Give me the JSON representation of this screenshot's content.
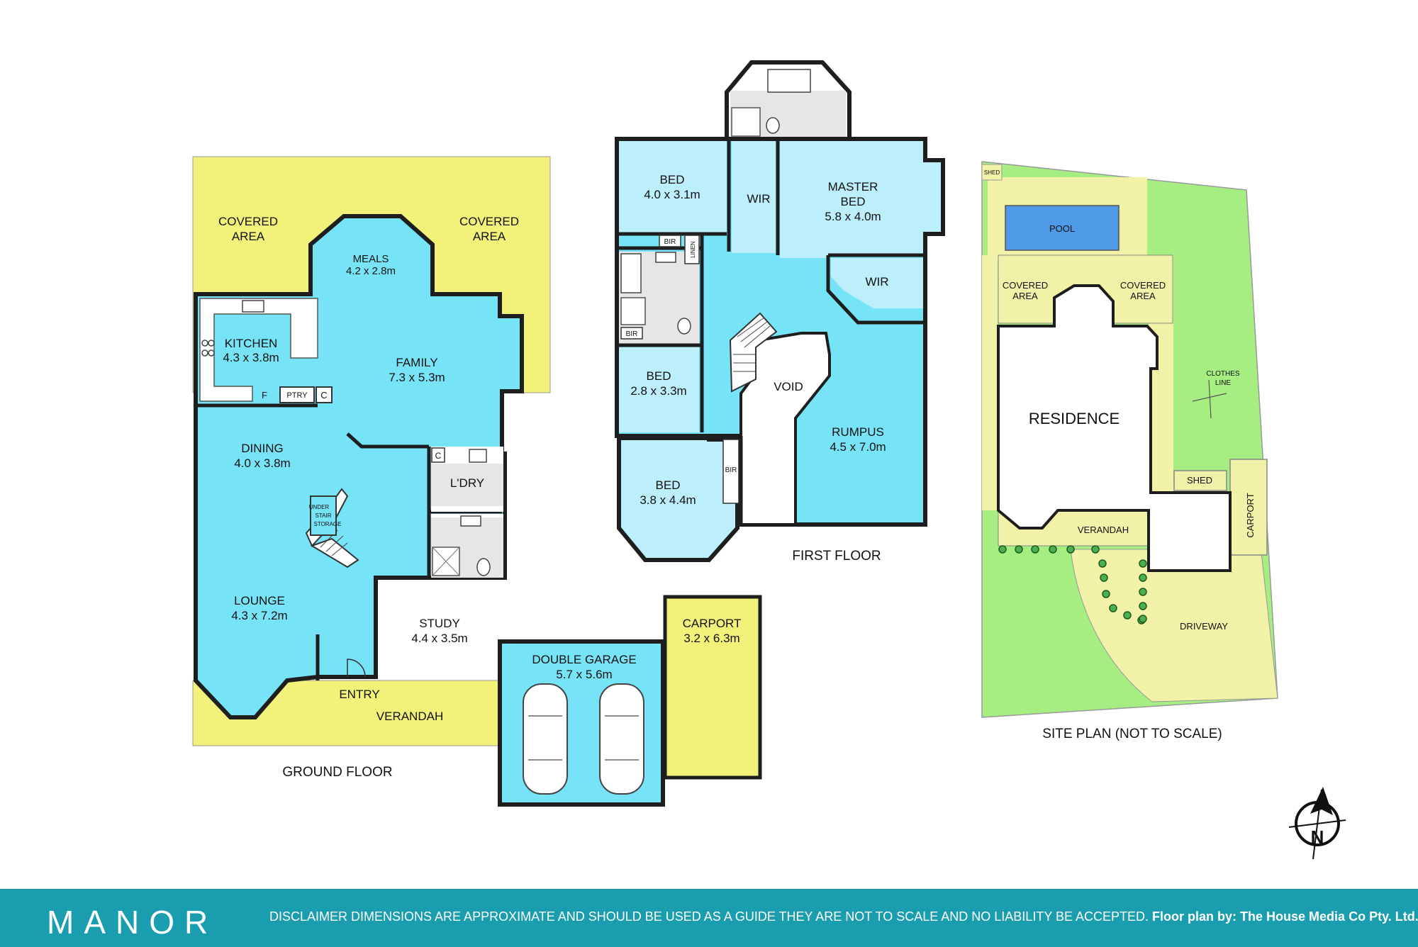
{
  "ground_floor": {
    "title": "GROUND FLOOR",
    "rooms": {
      "covered_left": [
        "COVERED",
        "AREA"
      ],
      "covered_right": [
        "COVERED",
        "AREA"
      ],
      "meals": [
        "MEALS",
        "4.2 x 2.8m"
      ],
      "kitchen": [
        "KITCHEN",
        "4.3 x 3.8m"
      ],
      "family": [
        "FAMILY",
        "7.3 x 5.3m"
      ],
      "dining": [
        "DINING",
        "4.0 x 3.8m"
      ],
      "laundry": [
        "L'DRY"
      ],
      "lounge": [
        "LOUNGE",
        "4.3 x 7.2m"
      ],
      "study": [
        "STUDY",
        "4.4 x 3.5m"
      ],
      "entry": [
        "ENTRY"
      ],
      "verandah": [
        "VERANDAH"
      ],
      "double_garage": [
        "DOUBLE GARAGE",
        "5.7 x 5.6m"
      ],
      "carport": [
        "CARPORT",
        "3.2 x 6.3m"
      ]
    },
    "small_labels": {
      "pantry": "PTRY",
      "cupboard_1": "C",
      "cupboard_2": "C",
      "fridge": "F",
      "under_stair_1": "UNDER",
      "under_stair_2": "STAIR",
      "under_stair_3": "STORAGE"
    }
  },
  "first_floor": {
    "title": "FIRST FLOOR",
    "rooms": {
      "bed_top": [
        "BED",
        "4.0 x 3.1m"
      ],
      "wir_1": [
        "WIR"
      ],
      "master_bed": [
        "MASTER",
        "BED",
        "5.8 x 4.0m"
      ],
      "wir_2": [
        "WIR"
      ],
      "bed_mid": [
        "BED",
        "2.8 x 3.3m"
      ],
      "void": [
        "VOID"
      ],
      "rumpus": [
        "RUMPUS",
        "4.5 x 7.0m"
      ],
      "bed_bottom": [
        "BED",
        "3.8 x 4.4m"
      ]
    },
    "small_labels": {
      "bir_1": "BIR",
      "bir_2": "BIR",
      "bir_3": "BIR",
      "linen": "LINEN"
    }
  },
  "site_plan": {
    "title": "SITE PLAN (NOT TO SCALE)",
    "labels": {
      "shed_top": "SHED",
      "pool": "POOL",
      "covered_left": [
        "COVERED",
        "AREA"
      ],
      "covered_right": [
        "COVERED",
        "AREA"
      ],
      "clothes_line": [
        "CLOTHES",
        "LINE"
      ],
      "residence": "RESIDENCE",
      "shed": "SHED",
      "carport": "CARPORT",
      "verandah": "VERANDAH",
      "driveway": "DRIVEWAY"
    }
  },
  "compass": {
    "label": "N"
  },
  "footer": {
    "logo": "MANOR",
    "disclaimer": "DISCLAIMER DIMENSIONS ARE APPROXIMATE AND SHOULD BE USED AS A GUIDE THEY ARE NOT TO SCALE AND NO LIABILITY BE ACCEPTED.",
    "credit": "Floor plan by: The House Media Co Pty. Ltd."
  },
  "colors": {
    "room_blue": "#77e3f7",
    "bed_light_blue": "#bdeefb",
    "outdoor_yellow": "#f2f27a",
    "lawn_green": "#a6ee82",
    "driveway_cream": "#f1f2a8",
    "pool_blue": "#4f9ae6",
    "wall": "#1e1e1e",
    "footer_teal": "#1a9dae"
  }
}
